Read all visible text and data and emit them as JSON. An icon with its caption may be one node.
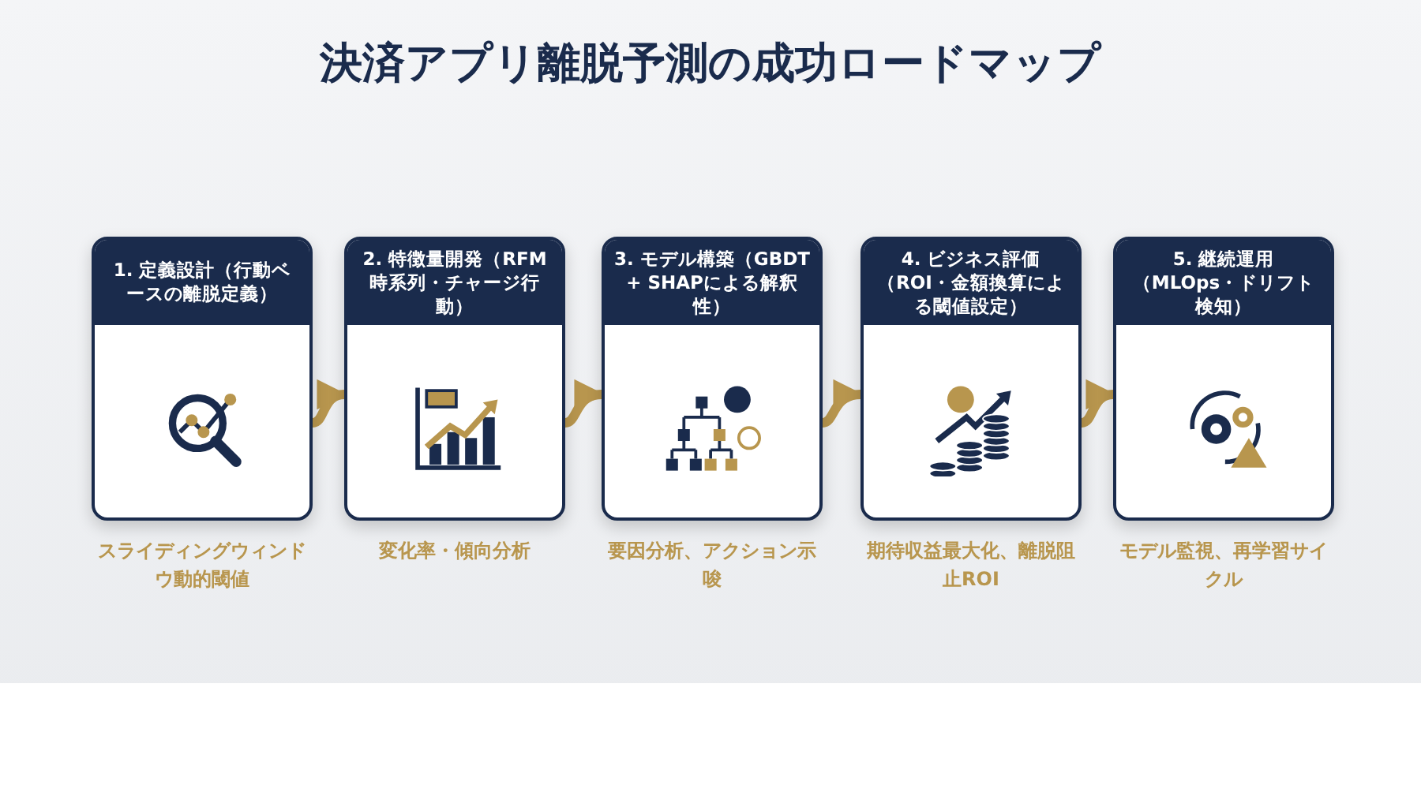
{
  "diagram": {
    "title": "決済アプリ離脱予測の成功ロードマップ",
    "nodes": [
      {
        "text": [
          "1. 定義設計（行動ベースの離脱定義）"
        ],
        "beside": [
          "スライディングウィンドウ動的閾値"
        ]
      },
      {
        "text": [
          "2. 特徴量開発（RFM時系列・チャージ行動）"
        ],
        "beside": [
          "変化率・傾向分析"
        ]
      },
      {
        "text": [
          "3. モデル構築（GBDT + SHAPによる解釈性）"
        ],
        "beside": [
          "要因分析、アクション示唆"
        ]
      },
      {
        "text": [
          "4. ビジネス評価（ROI・金額換算による閾値設定）"
        ],
        "beside": [
          "期待収益最大化、離脱阻止ROI"
        ]
      },
      {
        "text": [
          "5. 継続運用（MLOps・ドリフト検知）"
        ],
        "beside": [
          "モデル監視、再学習サイクル"
        ]
      }
    ],
    "edges": [
      {
        "from": 0,
        "to": 1,
        "arrow": "to"
      },
      {
        "from": 1,
        "to": 2,
        "arrow": "to"
      },
      {
        "from": 2,
        "to": 3,
        "arrow": "to"
      },
      {
        "from": 3,
        "to": 4,
        "arrow": "to"
      }
    ]
  }
}
